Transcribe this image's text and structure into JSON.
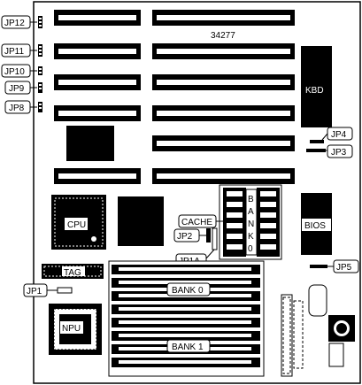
{
  "board_number": "34277",
  "jumpers": {
    "jp12": "JP12",
    "jp11": "JP11",
    "jp10": "JP10",
    "jp9": "JP9",
    "jp8": "JP8",
    "jp4": "JP4",
    "jp3": "JP3",
    "jp5": "JP5",
    "jp2": "JP2",
    "jp1a": "JP1A",
    "jp1": "JP1"
  },
  "chips": {
    "kbd": "KBD",
    "bios": "BIOS",
    "cpu": "CPU",
    "cache": "CACHE",
    "tag": "TAG",
    "npu": "NPU"
  },
  "banks": {
    "bank0": "BANK 0",
    "bank1": "BANK 1",
    "bank0_vertical": [
      "B",
      "A",
      "N",
      "K",
      "0"
    ]
  }
}
